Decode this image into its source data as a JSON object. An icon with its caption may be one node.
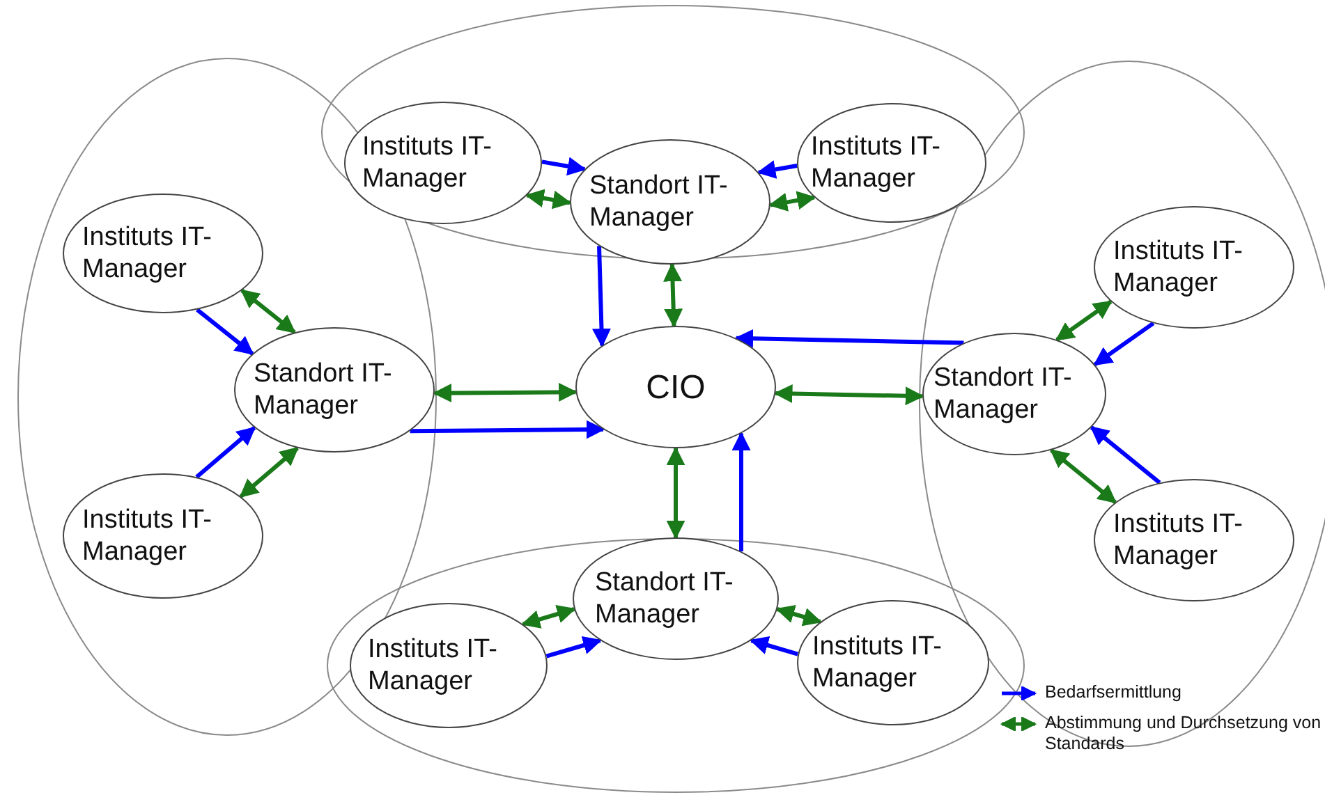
{
  "diagram": {
    "nodes": [
      {
        "text": [
          "Instituts IT-Manager"
        ]
      },
      {
        "text": [
          "Instituts IT-Manager"
        ]
      },
      {
        "text": [
          "Standort IT-Manager"
        ]
      },
      {
        "text": [
          "Instituts IT-Manager"
        ]
      },
      {
        "text": [
          "Standort IT-Manager"
        ]
      },
      {
        "text": [
          "CIO"
        ]
      },
      {
        "text": [
          "Standort IT-Manager"
        ]
      },
      {
        "text": [
          "Instituts IT-Manager"
        ]
      },
      {
        "text": [
          "Instituts IT-Manager"
        ]
      },
      {
        "text": [
          "Instituts IT-Manager"
        ]
      },
      {
        "text": [
          "Standort IT-Manager"
        ]
      },
      {
        "text": [
          "Instituts IT-Manager"
        ]
      },
      {
        "text": [
          "Instituts IT-Manager"
        ]
      }
    ],
    "edges": [
      {
        "from": 0,
        "to": 2,
        "arrow": "to",
        "color": "#0000ff"
      },
      {
        "from": 0,
        "to": 2,
        "arrow": "both",
        "color": "#1a7a1a"
      },
      {
        "from": 1,
        "to": 2,
        "arrow": "to",
        "color": "#0000ff"
      },
      {
        "from": 1,
        "to": 2,
        "arrow": "both",
        "color": "#1a7a1a"
      },
      {
        "from": 2,
        "to": 5,
        "arrow": "to",
        "color": "#0000ff"
      },
      {
        "from": 2,
        "to": 5,
        "arrow": "both",
        "color": "#1a7a1a"
      },
      {
        "from": 3,
        "to": 4,
        "arrow": "to",
        "color": "#0000ff"
      },
      {
        "from": 3,
        "to": 4,
        "arrow": "both",
        "color": "#1a7a1a"
      },
      {
        "from": 8,
        "to": 4,
        "arrow": "to",
        "color": "#0000ff"
      },
      {
        "from": 8,
        "to": 4,
        "arrow": "both",
        "color": "#1a7a1a"
      },
      {
        "from": 4,
        "to": 5,
        "arrow": "to",
        "color": "#0000ff"
      },
      {
        "from": 4,
        "to": 5,
        "arrow": "both",
        "color": "#1a7a1a"
      },
      {
        "from": 6,
        "to": 5,
        "arrow": "to",
        "color": "#0000ff"
      },
      {
        "from": 5,
        "to": 6,
        "arrow": "both",
        "color": "#1a7a1a"
      },
      {
        "from": 7,
        "to": 6,
        "arrow": "to",
        "color": "#0000ff"
      },
      {
        "from": 7,
        "to": 6,
        "arrow": "both",
        "color": "#1a7a1a"
      },
      {
        "from": 9,
        "to": 6,
        "arrow": "to",
        "color": "#0000ff"
      },
      {
        "from": 9,
        "to": 6,
        "arrow": "both",
        "color": "#1a7a1a"
      },
      {
        "from": 10,
        "to": 5,
        "arrow": "to",
        "color": "#0000ff"
      },
      {
        "from": 5,
        "to": 10,
        "arrow": "both",
        "color": "#1a7a1a"
      },
      {
        "from": 11,
        "to": 10,
        "arrow": "to",
        "color": "#0000ff"
      },
      {
        "from": 11,
        "to": 10,
        "arrow": "both",
        "color": "#1a7a1a"
      },
      {
        "from": 12,
        "to": 10,
        "arrow": "to",
        "color": "#0000ff"
      },
      {
        "from": 12,
        "to": 10,
        "arrow": "both",
        "color": "#1a7a1a"
      }
    ],
    "legend": [
      {
        "text": "Bedarfsermittlung"
      },
      {
        "text": "Abstimmung und Durchsetzung von Standards"
      }
    ]
  }
}
